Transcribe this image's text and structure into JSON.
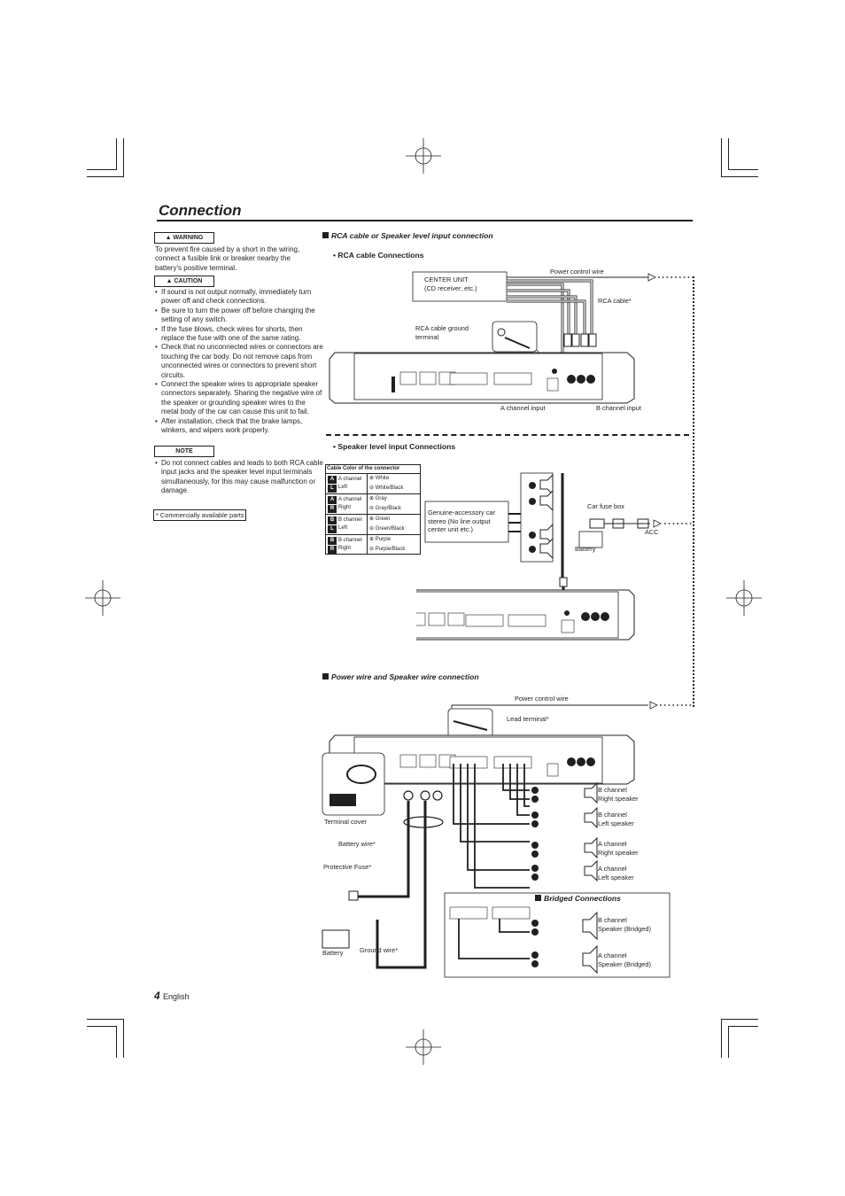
{
  "page": {
    "title": "Connection",
    "page_number": "4",
    "language": "English"
  },
  "left": {
    "warning_badge": "WARNING",
    "warning_text": "To prevent fire caused by a short in the wiring, connect a fusible link or breaker nearby the battery's positive terminal.",
    "caution_badge": "CAUTION",
    "caution_items": [
      "If sound is not output normally, immediately turn power off and check connections.",
      "Be sure to turn the power off before changing the setting of any switch.",
      "If the fuse blows, check wires for shorts, then replace the fuse with one of the same rating.",
      "Check that no unconnected wires or connectors are touching the car body. Do not remove caps from unconnected wires or connectors to prevent short circuits.",
      "Connect the speaker wires to appropriate speaker connectors separately. Sharing the negative wire of the speaker or grounding speaker wires to the metal body of the car can cause this unit to fail.",
      "After installation, check that the brake lamps, winkers, and wipers work properly."
    ],
    "note_badge": "NOTE",
    "note_items": [
      "Do not connect cables and leads to both RCA cable input jacks and the speaker level input terminals simultaneously, for this may cause malfunction or damage."
    ],
    "commercial_note": "* Commercially available parts"
  },
  "rca_section": {
    "heading": "RCA cable or Speaker level input connection",
    "subheading": "• RCA cable Connections",
    "center_unit": "CENTER UNIT",
    "center_unit_sub": "(CD receiver, etc.)",
    "power_control_wire": "Power control wire",
    "rca_cable": "RCA cable*",
    "rca_ground_1": "RCA cable ground",
    "rca_ground_2": "terminal",
    "a_channel_input": "A channel input",
    "b_channel_input": "B channel input"
  },
  "speaker_level": {
    "subheading": "• Speaker level input Connections",
    "table_title": "Cable Color of the connector",
    "rows": [
      {
        "ch": "A",
        "side": "L",
        "name_1": "A channel",
        "name_2": "Left",
        "pos": "White",
        "neg": "White/Black"
      },
      {
        "ch": "A",
        "side": "R",
        "name_1": "A channel",
        "name_2": "Right",
        "pos": "Gray",
        "neg": "Gray/Black"
      },
      {
        "ch": "B",
        "side": "L",
        "name_1": "B channel",
        "name_2": "Left",
        "pos": "Green",
        "neg": "Green/Black"
      },
      {
        "ch": "B",
        "side": "R",
        "name_1": "B channel",
        "name_2": "Right",
        "pos": "Purple",
        "neg": "Purple/Black"
      }
    ],
    "genuine_1": "Genuine-accessory car",
    "genuine_2": "stereo (No line output",
    "genuine_3": "center unit etc.)",
    "car_fuse_box": "Car fuse box",
    "acc": "ACC",
    "battery": "Battery"
  },
  "power_section": {
    "heading": "Power wire and Speaker wire connection",
    "power_control_wire": "Power control wire",
    "lead_terminal": "Lead terminal*",
    "terminal_cover": "Terminal cover",
    "battery_wire": "Battery wire*",
    "protective_fuse": "Protective Fuse*",
    "battery": "Battery",
    "ground_wire": "Ground wire*",
    "speakers": [
      {
        "l1": "B channel",
        "l2": "Right speaker"
      },
      {
        "l1": "B channel",
        "l2": "Left speaker"
      },
      {
        "l1": "A channel",
        "l2": "Right speaker"
      },
      {
        "l1": "A channel",
        "l2": "Left speaker"
      }
    ],
    "bridged_heading": "Bridged Connections",
    "bridged": [
      {
        "l1": "B channel",
        "l2": "Speaker (Bridged)"
      },
      {
        "l1": "A channel",
        "l2": "Speaker (Bridged)"
      }
    ]
  }
}
